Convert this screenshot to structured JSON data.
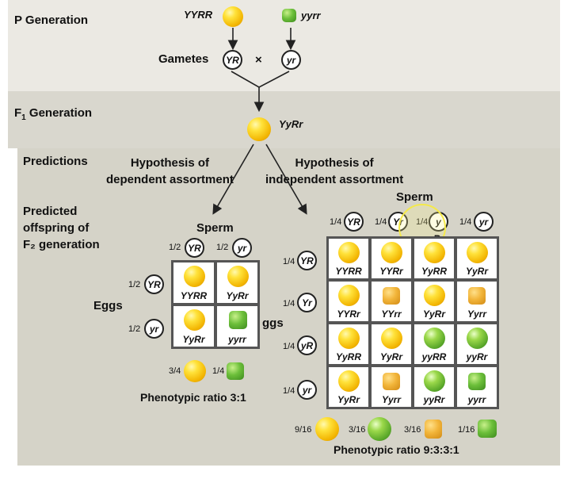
{
  "p_generation": {
    "label": "P Generation",
    "parent1": "YYRR",
    "parent2": "yyrr",
    "gametes_label": "Gametes",
    "gamete1": "YR",
    "gamete2": "yr",
    "cross": "×"
  },
  "f1_generation": {
    "label_main": "F",
    "label_sub": "1",
    "label_rest": " Generation",
    "genotype": "YyRr"
  },
  "predictions": {
    "label": "Predictions",
    "hyp_dependent": "Hypothesis of\ndependent assortment",
    "hyp_independent": "Hypothesis of\nindependent assortment",
    "predicted_offspring": "Predicted\noffspring of\nF₂ generation"
  },
  "dependent": {
    "sperm_label": "Sperm",
    "eggs_label": "Eggs",
    "half": "1/2",
    "gametes": [
      "YR",
      "yr"
    ],
    "cells": [
      "YYRR",
      "YyRr",
      "YyRr",
      "yyrr"
    ],
    "cell_types": [
      "y",
      "y",
      "y",
      "gw"
    ],
    "ratio_fracs": [
      "3/4",
      "1/4"
    ],
    "ratio": "Phenotypic ratio 3:1"
  },
  "independent": {
    "sperm_label": "Sperm",
    "eggs_label": "ggs",
    "quarter": "1/4",
    "gametes": [
      "YR",
      "Yr",
      "y",
      "yr"
    ],
    "egg_gametes": [
      "YR",
      "Yr",
      "yR",
      "yr"
    ],
    "extra_mark": "R",
    "cells": [
      [
        "YYRR",
        "YYRr",
        "YyRR",
        "YyRr"
      ],
      [
        "YYRr",
        "YYrr",
        "YyRr",
        "Yyrr"
      ],
      [
        "YyRR",
        "YyRr",
        "yyRR",
        "yyRr"
      ],
      [
        "YyRr",
        "Yyrr",
        "yyRr",
        "yyrr"
      ]
    ],
    "cell_types": [
      [
        "y",
        "y",
        "y",
        "y"
      ],
      [
        "y",
        "yw",
        "y",
        "yw"
      ],
      [
        "y",
        "y",
        "g",
        "g"
      ],
      [
        "y",
        "yw",
        "g",
        "gw"
      ]
    ],
    "ratio_fracs": [
      "9/16",
      "3/16",
      "3/16",
      "1/16"
    ],
    "ratio": "Phenotypic ratio 9:3:3:1"
  },
  "colors": {
    "band_light": "#ebe9e3",
    "band_dark": "#d9d7ce",
    "panel": "#d5d3c8",
    "yellow_pea": "#f2b400",
    "green_pea": "#5aa82a",
    "cursor_ring": "#f4e94a"
  }
}
